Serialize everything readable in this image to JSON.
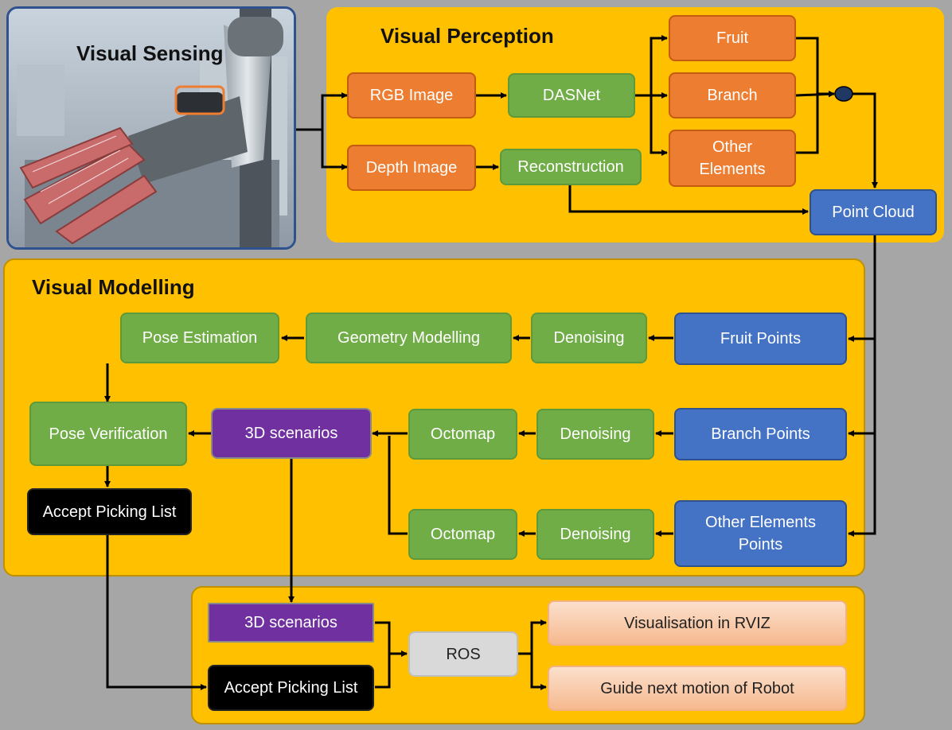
{
  "sections": {
    "sensing": "Visual Sensing",
    "perception": "Visual Perception",
    "modelling": "Visual Modelling"
  },
  "perception": {
    "rgb": "RGB Image",
    "depth": "Depth Image",
    "dasnet": "DASNet",
    "reconstruction": "Reconstruction",
    "fruit": "Fruit",
    "branch": "Branch",
    "other": "Other Elements",
    "point_cloud": "Point Cloud"
  },
  "modelling": {
    "pose_estimation": "Pose Estimation",
    "geometry_modelling": "Geometry Modelling",
    "denoising_fruit": "Denoising",
    "fruit_points": "Fruit Points",
    "pose_verification": "Pose Verification",
    "scenarios": "3D scenarios",
    "octomap_branch": "Octomap",
    "denoising_branch": "Denoising",
    "branch_points": "Branch Points",
    "octomap_other": "Octomap",
    "denoising_other": "Denoising",
    "other_points": "Other Elements Points",
    "accept_list": "Accept Picking List"
  },
  "output": {
    "scenarios": "3D scenarios",
    "accept_list": "Accept Picking List",
    "ros": "ROS",
    "rviz": "Visualisation in RVIZ",
    "guide": "Guide next motion of Robot"
  },
  "colors": {
    "panel": "#ffc000",
    "orange": "#ed7d31",
    "green": "#70ad47",
    "blue": "#4472c4",
    "purple": "#7030a0"
  }
}
